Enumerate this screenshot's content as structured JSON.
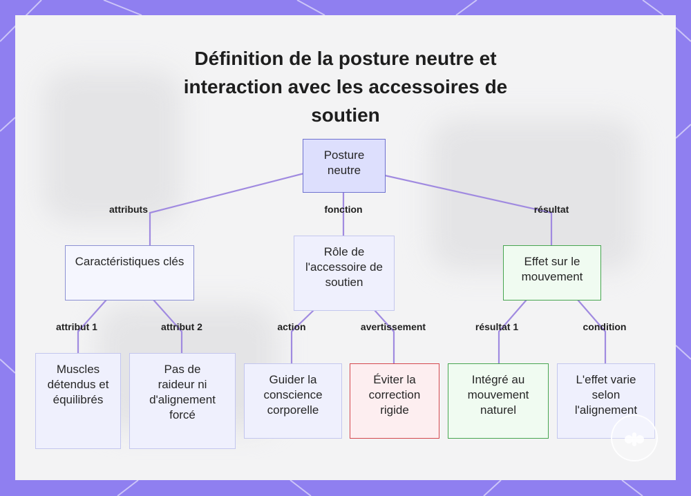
{
  "title": "Définition de la posture neutre et interaction avec les accessoires de soutien",
  "colors": {
    "frame": "#8f7ff0",
    "edge": "#a08ae0"
  },
  "nodes": {
    "root": "Posture neutre",
    "caracteristiques": "Caractéristiques clés",
    "role": "Rôle de l'accessoire de soutien",
    "effet": "Effet sur le mouvement",
    "muscles": "Muscles détendus et équilibrés",
    "raideur": "Pas de raideur ni d'alignement forcé",
    "guider": "Guider la conscience corporelle",
    "eviter": "Éviter la correction rigide",
    "integre": "Intégré au mouvement naturel",
    "varie": "L'effet varie selon l'alignement"
  },
  "edges": {
    "attributs": "attributs",
    "fonction": "fonction",
    "resultat": "résultat",
    "attribut1": "attribut 1",
    "attribut2": "attribut 2",
    "action": "action",
    "avertissement": "avertissement",
    "resultat1": "résultat 1",
    "condition": "condition"
  },
  "logo_icon": "watermark-logo-icon"
}
